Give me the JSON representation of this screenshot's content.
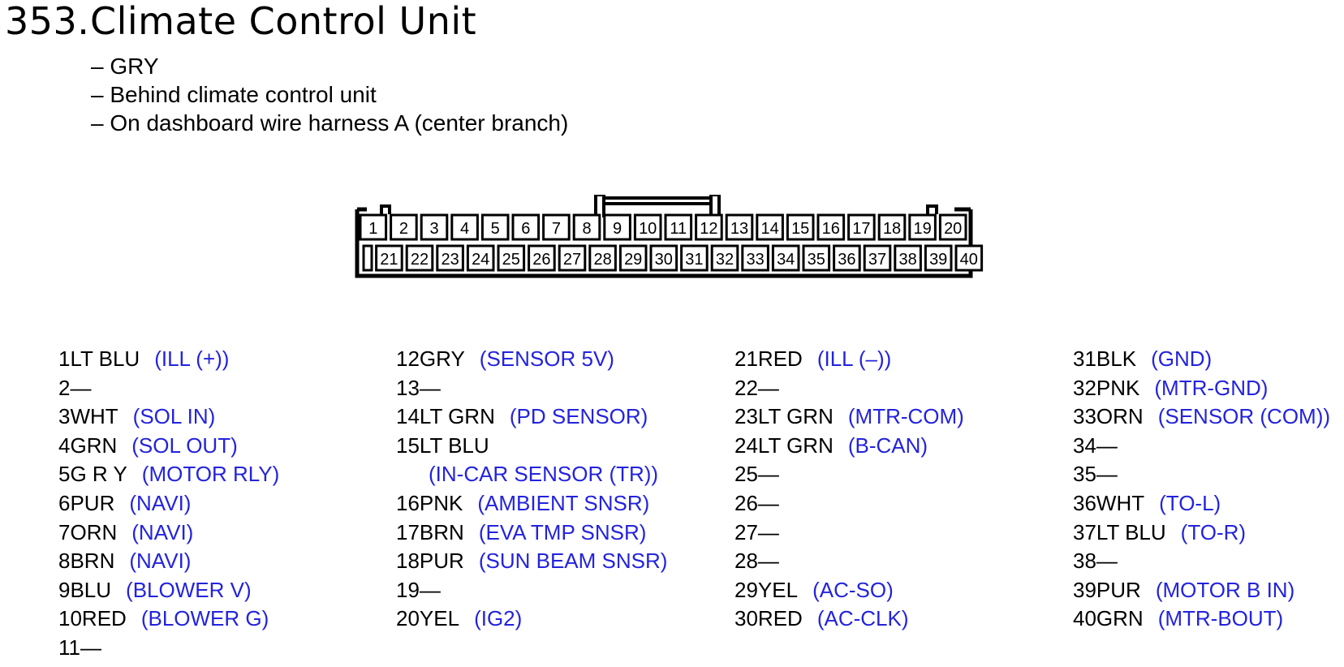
{
  "heading": {
    "number": "353.",
    "title": "Climate Control Unit"
  },
  "details": [
    "– GRY",
    "– Behind climate control unit",
    "– On dashboard wire harness A (center branch)"
  ],
  "connector": {
    "top_row": [
      "1",
      "2",
      "3",
      "4",
      "5",
      "6",
      "7",
      "8",
      "9",
      "10",
      "11",
      "12",
      "13",
      "14",
      "15",
      "16",
      "17",
      "18",
      "19",
      "20"
    ],
    "bottom_row": [
      "",
      "21",
      "22",
      "23",
      "24",
      "25",
      "26",
      "27",
      "28",
      "29",
      "30",
      "31",
      "32",
      "33",
      "34",
      "35",
      "36",
      "37",
      "38",
      "39",
      "40"
    ]
  },
  "pins": {
    "col1": [
      {
        "num": "1",
        "color": "LT BLU",
        "func": "(ILL (+))"
      },
      {
        "num": "2",
        "color": "—",
        "func": ""
      },
      {
        "num": "3",
        "color": "WHT",
        "func": "(SOL IN)"
      },
      {
        "num": "4",
        "color": "GRN",
        "func": "(SOL OUT)"
      },
      {
        "num": "5",
        "color": "G R Y",
        "func": "(MOTOR RLY)"
      },
      {
        "num": "6",
        "color": "PUR",
        "func": "(NAVI)"
      },
      {
        "num": "7",
        "color": "ORN",
        "func": "(NAVI)"
      },
      {
        "num": "8",
        "color": "BRN",
        "func": "(NAVI)"
      },
      {
        "num": "9",
        "color": "BLU",
        "func": "(BLOWER V)"
      },
      {
        "num": "10",
        "color": "RED",
        "func": "(BLOWER G)"
      },
      {
        "num": "11",
        "color": "—",
        "func": ""
      }
    ],
    "col2": [
      {
        "num": "12",
        "color": "GRY",
        "func": "(SENSOR 5V)"
      },
      {
        "num": "13",
        "color": "—",
        "func": ""
      },
      {
        "num": "14",
        "color": "LT GRN",
        "func": "(PD SENSOR)"
      },
      {
        "num": "15",
        "color": "LT BLU",
        "func": "",
        "sub": "(IN-CAR SENSOR (TR))"
      },
      {
        "num": "16",
        "color": "PNK",
        "func": "(AMBIENT SNSR)"
      },
      {
        "num": "17",
        "color": "BRN",
        "func": "(EVA TMP SNSR)"
      },
      {
        "num": "18",
        "color": "PUR",
        "func": "(SUN BEAM SNSR)"
      },
      {
        "num": "19",
        "color": "—",
        "func": ""
      },
      {
        "num": "20",
        "color": "YEL",
        "func": "(IG2)"
      }
    ],
    "col3": [
      {
        "num": "21",
        "color": "RED",
        "func": "(ILL (–))"
      },
      {
        "num": "22",
        "color": "—",
        "func": ""
      },
      {
        "num": "23",
        "color": "LT GRN",
        "func": "(MTR-COM)"
      },
      {
        "num": "24",
        "color": "LT GRN",
        "func": "(B-CAN)"
      },
      {
        "num": "25",
        "color": "—",
        "func": ""
      },
      {
        "num": "26",
        "color": "—",
        "func": ""
      },
      {
        "num": "27",
        "color": "—",
        "func": ""
      },
      {
        "num": "28",
        "color": "—",
        "func": ""
      },
      {
        "num": "29",
        "color": "YEL",
        "func": "(AC-SO)"
      },
      {
        "num": "30",
        "color": "RED",
        "func": "(AC-CLK)"
      }
    ],
    "col4": [
      {
        "num": "31",
        "color": "BLK",
        "func": "(GND)"
      },
      {
        "num": "32",
        "color": "PNK",
        "func": "(MTR-GND)"
      },
      {
        "num": "33",
        "color": "ORN",
        "func": "(SENSOR (COM))"
      },
      {
        "num": "34",
        "color": "—",
        "func": ""
      },
      {
        "num": "35",
        "color": "—",
        "func": ""
      },
      {
        "num": "36",
        "color": "WHT",
        "func": "(TO-L)"
      },
      {
        "num": "37",
        "color": "LT BLU",
        "func": "(TO-R)"
      },
      {
        "num": "38",
        "color": "—",
        "func": ""
      },
      {
        "num": "39",
        "color": "PUR",
        "func": "(MOTOR B IN)"
      },
      {
        "num": "40",
        "color": "GRN",
        "func": "(MTR-BOUT)"
      }
    ]
  },
  "colors": {
    "function_label": "#2323dd",
    "line": "#000000"
  }
}
